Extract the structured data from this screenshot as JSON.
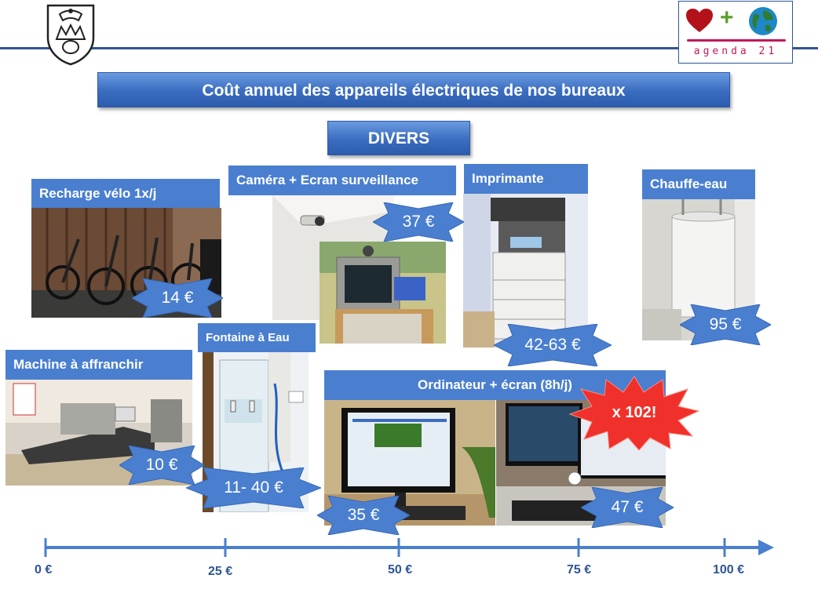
{
  "title": "Coût annuel des appareils électriques de nos bureaux",
  "category": "DIVERS",
  "logo": {
    "text": "agenda 21"
  },
  "appliances": [
    {
      "label": "Recharge vélo 1x/j",
      "cost": "14 €"
    },
    {
      "label": "Caméra + Ecran surveillance",
      "cost": "37 €"
    },
    {
      "label": "Imprimante",
      "cost": "42-63 €"
    },
    {
      "label": "Chauffe-eau",
      "cost": "95 €"
    },
    {
      "label": "Machine à affranchir",
      "cost": "10 €"
    },
    {
      "label": "Fontaine à Eau",
      "cost": "11- 40 €"
    },
    {
      "label": "Ordinateur + écran (8h/j)",
      "cost_left": "35 €",
      "cost_right": "47 €",
      "multiplier": "x 102!"
    }
  ],
  "axis": {
    "ticks": [
      "0 €",
      "25 €",
      "50 €",
      "75 €",
      "100 €"
    ]
  },
  "colors": {
    "accent": "#4a7fd0",
    "line": "#2f5597",
    "badge": "#f0302a"
  }
}
